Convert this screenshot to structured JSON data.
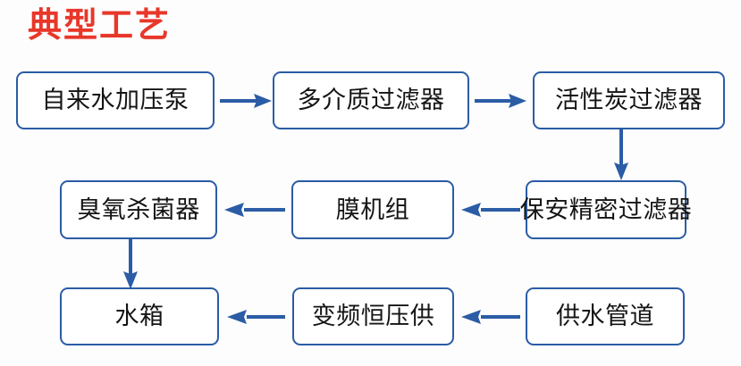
{
  "diagram": {
    "title": "典型工艺",
    "title_color": "#e8372a",
    "box_border_color": "#2b5ca5",
    "arrow_color": "#2b5ca5",
    "background_color": "#fdfdfd",
    "nodes": [
      {
        "id": "n1",
        "label": "自来水加压泵"
      },
      {
        "id": "n2",
        "label": "多介质过滤器"
      },
      {
        "id": "n3",
        "label": "活性炭过滤器"
      },
      {
        "id": "n4",
        "label": "保安精密过滤器"
      },
      {
        "id": "n5",
        "label": "膜机组"
      },
      {
        "id": "n6",
        "label": "臭氧杀菌器"
      },
      {
        "id": "n7",
        "label": "水箱"
      },
      {
        "id": "n8",
        "label": "变频恒压供"
      },
      {
        "id": "n9",
        "label": "供水管道"
      }
    ],
    "edges": [
      {
        "from": "n1",
        "to": "n2",
        "direction": "right"
      },
      {
        "from": "n2",
        "to": "n3",
        "direction": "right"
      },
      {
        "from": "n3",
        "to": "n4",
        "direction": "down"
      },
      {
        "from": "n4",
        "to": "n5",
        "direction": "left"
      },
      {
        "from": "n5",
        "to": "n6",
        "direction": "left"
      },
      {
        "from": "n6",
        "to": "n7",
        "direction": "down"
      },
      {
        "from": "n9",
        "to": "n8",
        "direction": "left"
      },
      {
        "from": "n8",
        "to": "n7",
        "direction": "left"
      }
    ]
  }
}
